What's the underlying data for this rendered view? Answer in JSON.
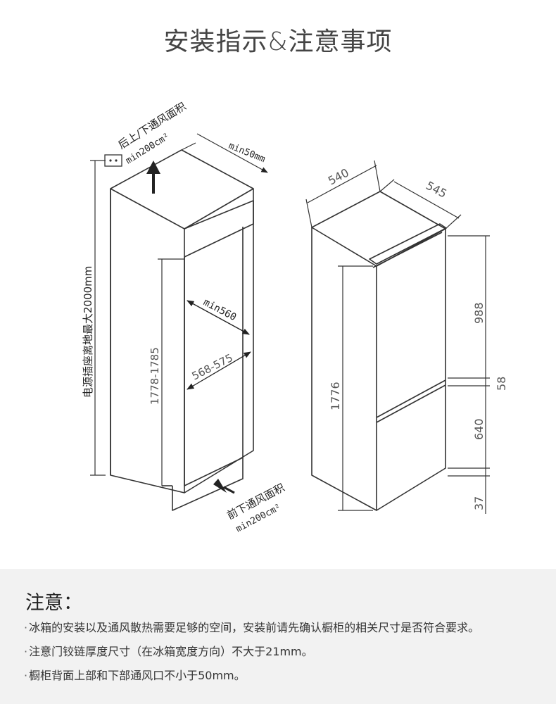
{
  "title": "安装指示&注意事项",
  "cabinet": {
    "top_vent": {
      "label": "后上/下通风面积",
      "min": "min200cm²"
    },
    "back_gap": "min50mm",
    "outlet_height": "电源插座离地最大2000mm",
    "inner_height": "1778-1785",
    "inner_depth": "min560",
    "inner_width": "568-575",
    "front_vent": {
      "label": "前下通风面积",
      "min": "min200cm²"
    }
  },
  "fridge": {
    "width": "540",
    "depth": "545",
    "height": "1776",
    "upper_door": "988",
    "gap": "58",
    "lower_door": "640",
    "bottom": "37"
  },
  "notes": {
    "heading": "注意：",
    "items": [
      "冰箱的安装以及通风散热需要足够的空间，安装前请先确认橱柜的相关尺寸是否符合要求。",
      "注意门铰链厚度尺寸（在冰箱宽度方向）不大于21mm。",
      "橱柜背面上部和下部通风口不小于50mm。"
    ]
  }
}
